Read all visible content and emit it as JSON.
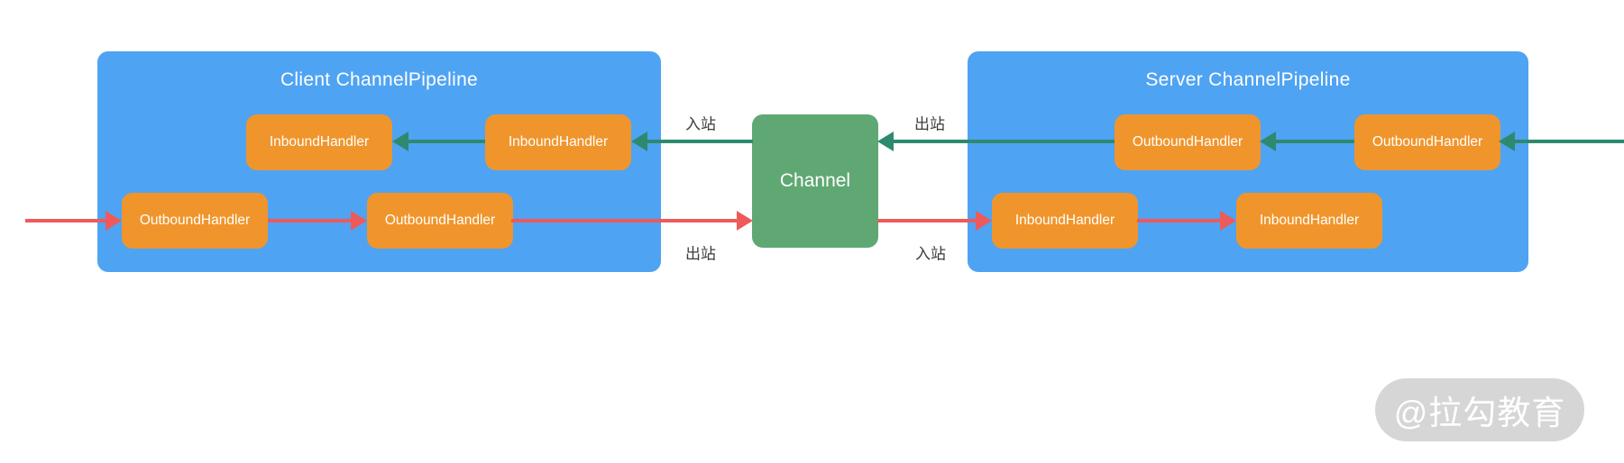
{
  "client": {
    "title": "Client ChannelPipeline",
    "inbound_row": [
      "InboundHandler",
      "InboundHandler"
    ],
    "outbound_row": [
      "OutboundHandler",
      "OutboundHandler"
    ]
  },
  "server": {
    "title": "Server ChannelPipeline",
    "outbound_row": [
      "OutboundHandler",
      "OutboundHandler"
    ],
    "inbound_row": [
      "InboundHandler",
      "InboundHandler"
    ]
  },
  "channel": {
    "label": "Channel"
  },
  "flow_labels": {
    "client_inbound": "入站",
    "client_outbound": "出站",
    "server_outbound": "出站",
    "server_inbound": "入站"
  },
  "watermark": {
    "text": "@拉勾教育"
  },
  "colors": {
    "pipeline_blue": "#4FA3F3",
    "handler_orange": "#F0952B",
    "channel_green": "#5FA873",
    "green_arrow": "#2E8A6F",
    "red_arrow": "#EE5A5A",
    "label_text": "#3D3D3D",
    "watermark_bg": "#D6D6D6"
  }
}
